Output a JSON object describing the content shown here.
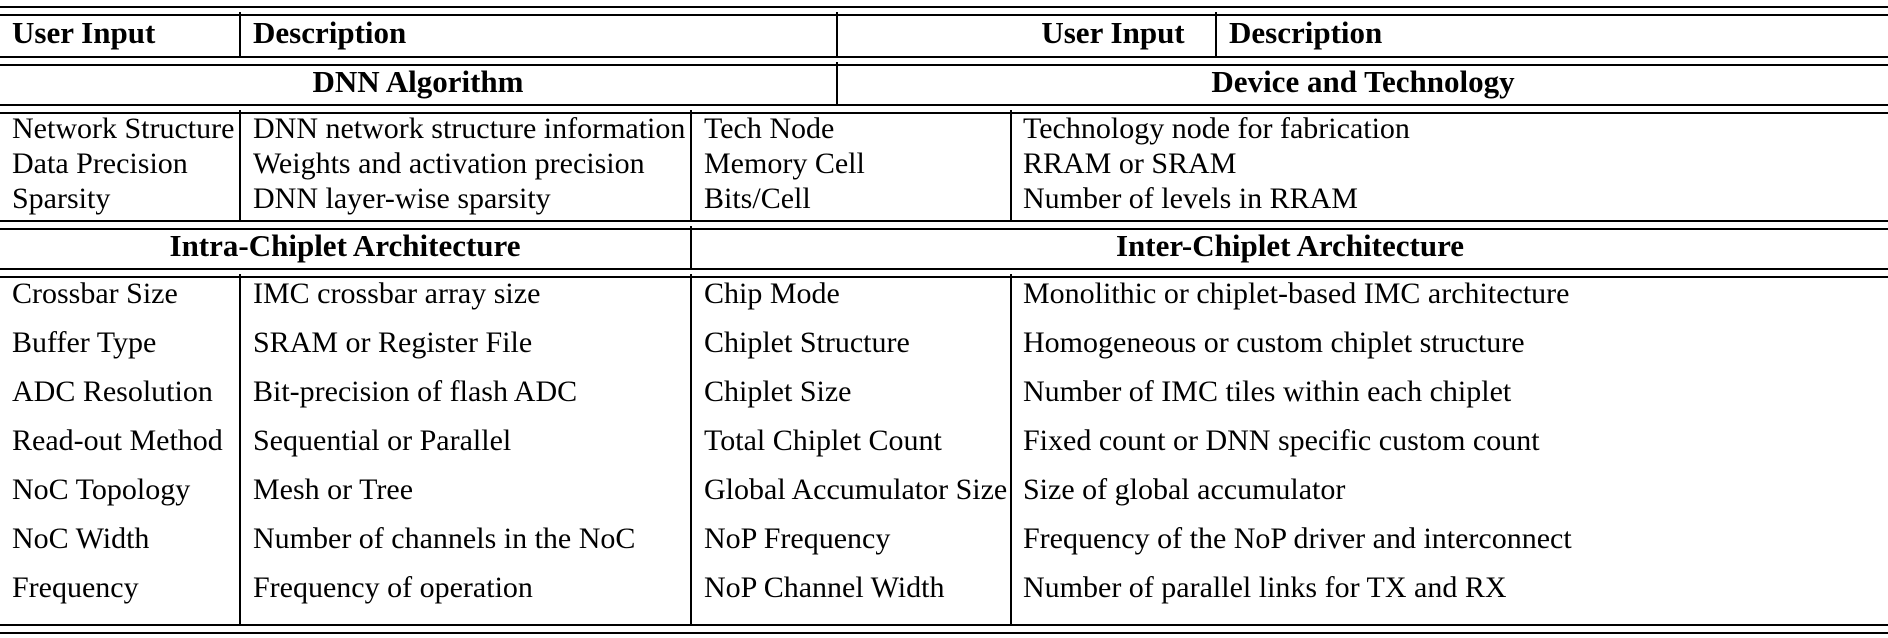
{
  "table": {
    "columns": {
      "left": {
        "user_input_header": "User Input",
        "description_header": "Description"
      },
      "right": {
        "user_input_header": "User Input",
        "description_header": "Description"
      }
    },
    "sections": [
      {
        "id": "dnn-algorithm",
        "side": "left",
        "title": "DNN Algorithm",
        "rows": [
          {
            "input": "Network Structure",
            "description": "DNN network structure information"
          },
          {
            "input": "Data Precision",
            "description": "Weights and activation precision"
          },
          {
            "input": "Sparsity",
            "description": "DNN layer-wise sparsity"
          }
        ]
      },
      {
        "id": "device-and-technology",
        "side": "right",
        "title": "Device and Technology",
        "rows": [
          {
            "input": "Tech Node",
            "description": "Technology node for fabrication"
          },
          {
            "input": "Memory Cell",
            "description": "RRAM or SRAM"
          },
          {
            "input": "Bits/Cell",
            "description": "Number of levels in RRAM"
          }
        ]
      },
      {
        "id": "intra-chiplet-architecture",
        "side": "left",
        "title": "Intra-Chiplet Architecture",
        "rows": [
          {
            "input": "Crossbar Size",
            "description": "IMC crossbar array size"
          },
          {
            "input": "Buffer Type",
            "description": "SRAM or Register File"
          },
          {
            "input": "ADC Resolution",
            "description": "Bit-precision of flash ADC"
          },
          {
            "input": "Read-out Method",
            "description": "Sequential or Parallel"
          },
          {
            "input": "NoC Topology",
            "description": "Mesh or Tree"
          },
          {
            "input": "NoC Width",
            "description": "Number of channels in the NoC"
          },
          {
            "input": "Frequency",
            "description": "Frequency of operation"
          }
        ]
      },
      {
        "id": "inter-chiplet-architecture",
        "side": "right",
        "title": "Inter-Chiplet Architecture",
        "rows": [
          {
            "input": "Chip Mode",
            "description": "Monolithic or chiplet-based IMC architecture"
          },
          {
            "input": "Chiplet Structure",
            "description": "Homogeneous or custom chiplet structure"
          },
          {
            "input": "Chiplet Size",
            "description": "Number of IMC tiles within each chiplet"
          },
          {
            "input": "Total Chiplet Count",
            "description": "Fixed count or DNN specific custom count"
          },
          {
            "input": "Global Accumulator Size",
            "description": "Size of global accumulator"
          },
          {
            "input": "NoP Frequency",
            "description": "Frequency of the NoP driver and interconnect"
          },
          {
            "input": "NoP Channel Width",
            "description": "Number of parallel links for TX and RX"
          }
        ]
      }
    ]
  },
  "style": {
    "rule_color": "#000000",
    "text_color": "#000000",
    "background": "#ffffff"
  }
}
